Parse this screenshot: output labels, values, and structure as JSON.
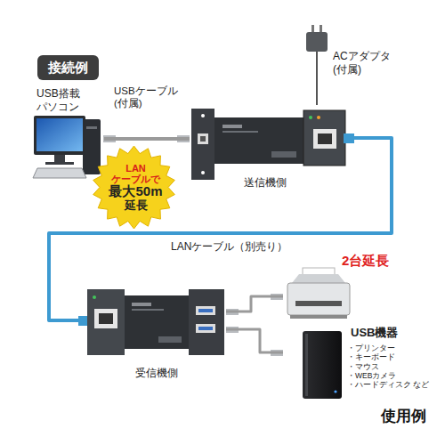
{
  "diagram": {
    "title": "接続例",
    "caption": "使用例",
    "nodes": [
      {
        "text": [
          "USB搭載 パソコン"
        ]
      },
      {
        "text": [
          "送信機側"
        ]
      },
      {
        "text": [
          "ACアダプタ (付属)"
        ]
      },
      {
        "text": [
          "LAN ケーブルで 最大50m 延長"
        ]
      },
      {
        "text": [
          "受信機側"
        ]
      },
      {
        "text": [
          "USB機器",
          "・プリンター ・キーボード ・マウス ・WEBカメラ ・ハードディスク など"
        ]
      }
    ],
    "edges": [
      {
        "from": 0,
        "to": 1,
        "arrow": "none",
        "label": "USBケーブル (付属)"
      },
      {
        "from": 2,
        "to": 1,
        "arrow": "none"
      },
      {
        "from": 1,
        "to": 4,
        "arrow": "none",
        "label": "LANケーブル（別売り）"
      },
      {
        "from": 4,
        "to": 5,
        "arrow": "none"
      },
      {
        "from": 4,
        "to": 5,
        "arrow": "none"
      }
    ],
    "labels": [
      "2台延長"
    ]
  }
}
